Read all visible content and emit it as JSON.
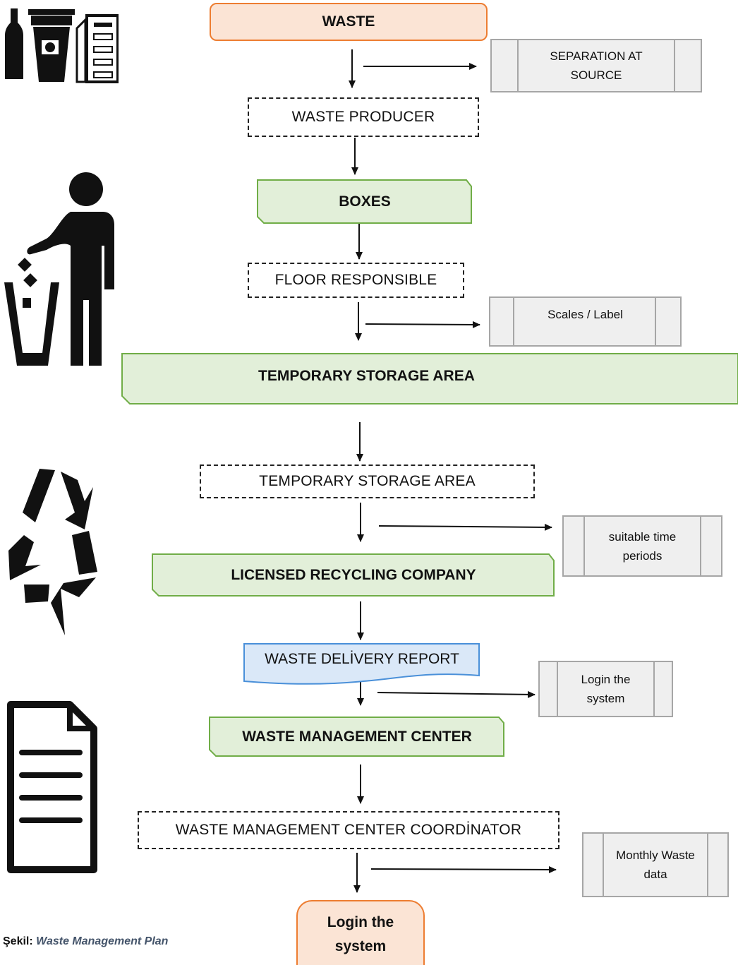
{
  "flow": {
    "waste": "WASTE",
    "separation": "SEPARATION AT SOURCE",
    "producer": "WASTE PRODUCER",
    "boxes": "BOXES",
    "floor": "FLOOR RESPONSIBLE",
    "scales": "Scales / Label",
    "temp_area_band": "TEMPORARY STORAGE AREA",
    "temp_area_box": "TEMPORARY STORAGE AREA",
    "time_periods": "suitable time periods",
    "recycling": "LICENSED RECYCLING COMPANY",
    "delivery_report": "WASTE DELİVERY REPORT",
    "login1": "Login the system",
    "wmc": "WASTE MANAGEMENT CENTER",
    "coordinator": "WASTE MANAGEMENT CENTER COORDİNATOR",
    "monthly": "Monthly Waste data",
    "login_final": "Login the system"
  },
  "caption": {
    "prefix": "Şekil:",
    "title": "Waste Management Plan"
  },
  "colors": {
    "orange_fill": "#fbe4d5",
    "orange_border": "#ed7d31",
    "green_fill": "#e2efd9",
    "green_border": "#70ad47",
    "blue_fill": "#dae8f8",
    "blue_border": "#4a90d9",
    "grey_fill": "#efefef",
    "grey_border": "#a6a6a6",
    "caption_title": "#44546a"
  },
  "icons": [
    "bottle-cup-newspaper-icon",
    "person-disposing-trash-icon",
    "recycle-icon",
    "document-icon"
  ]
}
